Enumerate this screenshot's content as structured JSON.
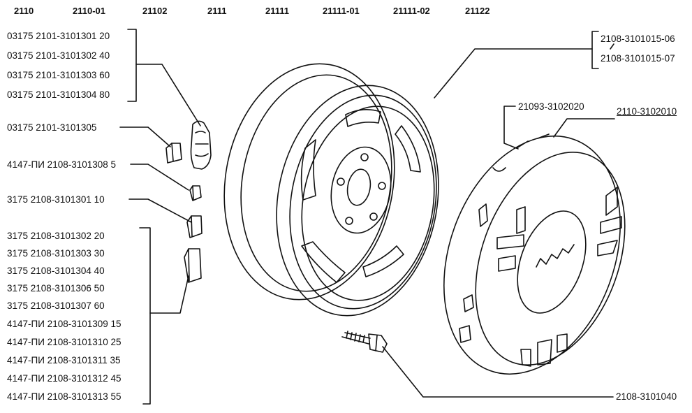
{
  "models": [
    "2110",
    "2110-01",
    "21102",
    "2111",
    "21111",
    "21111-01",
    "21111-02",
    "21122"
  ],
  "parts": {
    "weights_group_1": [
      "03175 2101-3101301 20",
      "03175 2101-3101302 40",
      "03175 2101-3101303 60",
      "03175 2101-3101304 80"
    ],
    "weight_single_1": "03175 2101-3101305",
    "weight_single_2": "4147-ПИ 2108-3101308 5",
    "weight_single_3": "3175 2108-3101301 10",
    "weights_group_2": [
      "3175 2108-3101302 20",
      "3175 2108-3101303 30",
      "3175 2108-3101304 40",
      "3175 2108-3101306 50",
      "3175 2108-3101307 60",
      "4147-ПИ 2108-3101309 15",
      "4147-ПИ 2108-3101310 25",
      "4147-ПИ 2108-3101311 35",
      "4147-ПИ 2108-3101312 45",
      "4147-ПИ 2108-3101313 55"
    ],
    "wheel_a": "2108-3101015-06",
    "wheel_b": "2108-3101015-07",
    "cap_a": "21093-3102020",
    "cap_b": "2110-3102010",
    "bolt": "2108-3101040"
  }
}
